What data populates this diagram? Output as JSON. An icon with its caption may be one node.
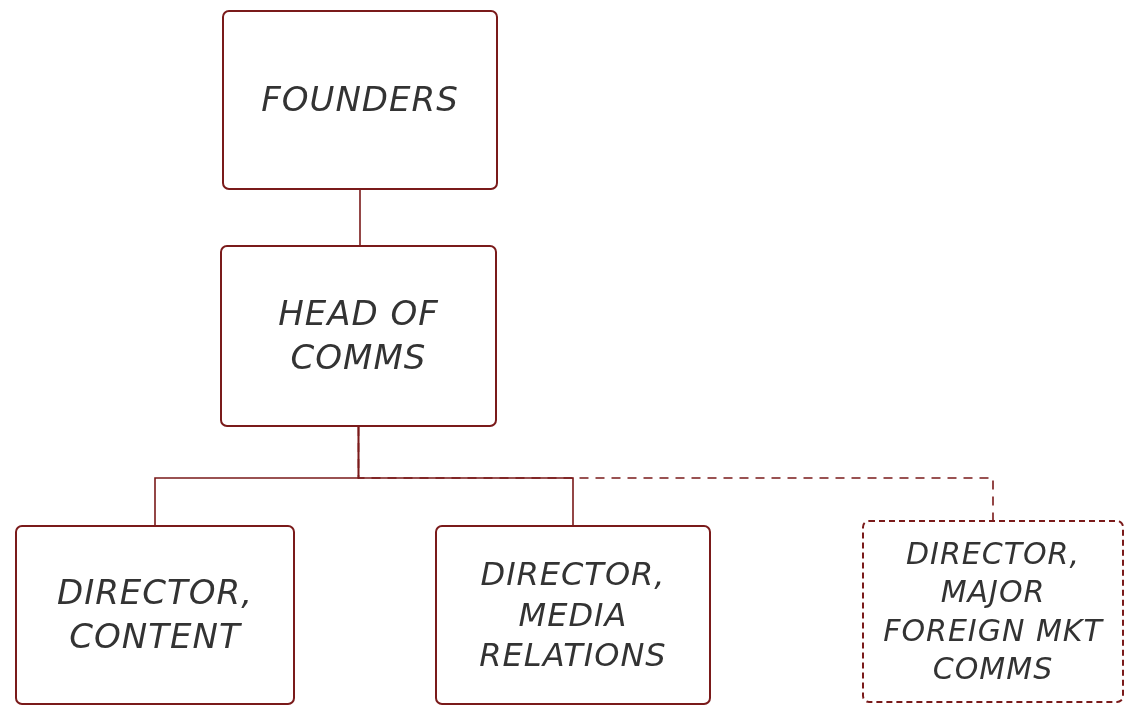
{
  "diagram": {
    "nodes": [
      {
        "text": [
          "FOUNDERS"
        ]
      },
      {
        "text": [
          "HEAD OF COMMS"
        ]
      },
      {
        "text": [
          "DIRECTOR, CONTENT"
        ]
      },
      {
        "text": [
          "DIRECTOR, MEDIA RELATIONS"
        ]
      },
      {
        "text": [
          "DIRECTOR, MAJOR FOREIGN MKT COMMS"
        ]
      }
    ],
    "edges": [
      {
        "from": 0,
        "to": 1,
        "arrow": "none"
      },
      {
        "from": 1,
        "to": 2,
        "arrow": "none"
      },
      {
        "from": 1,
        "to": 3,
        "arrow": "none"
      },
      {
        "from": 1,
        "to": 4,
        "arrow": "none",
        "style": "dashed"
      }
    ]
  }
}
